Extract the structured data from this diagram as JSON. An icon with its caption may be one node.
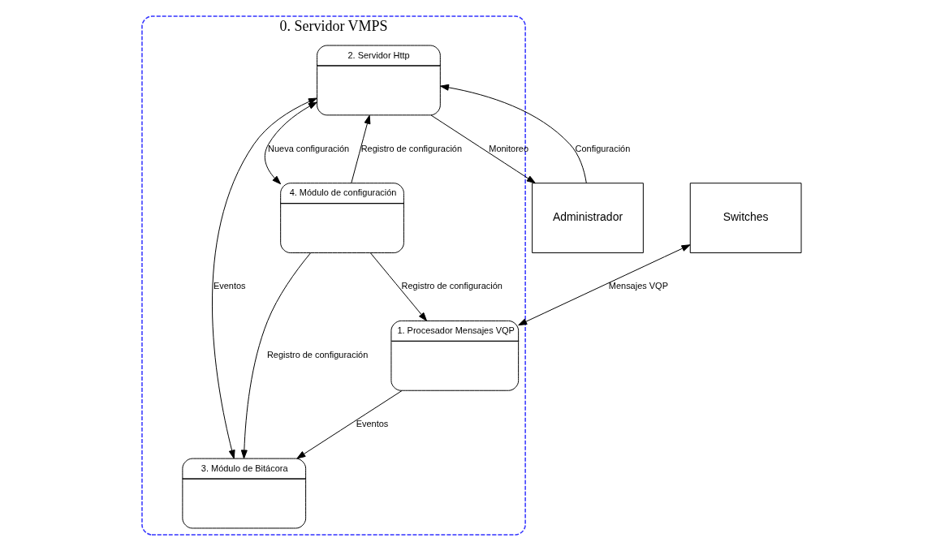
{
  "diagram": {
    "nodes": [
      {
        "text": [
          "0. Servidor VMPS"
        ]
      },
      {
        "text": [
          "1. Procesador Mensajes VQP"
        ],
        "in": 0
      },
      {
        "text": [
          "2. Servidor Http"
        ],
        "in": 0
      },
      {
        "text": [
          "3. Módulo de Bitácora"
        ],
        "in": 0
      },
      {
        "text": [
          "4. Módulo de configuración"
        ],
        "in": 0
      },
      {
        "text": [
          "Switches"
        ]
      },
      {
        "text": [
          "Administrador"
        ]
      }
    ],
    "edges": [
      {
        "from": 5,
        "to": 1,
        "arrow": "both",
        "label": "Mensajes VQP"
      },
      {
        "from": 6,
        "to": 2,
        "arrow": "to",
        "label": "Configuración"
      },
      {
        "from": 2,
        "to": 6,
        "arrow": "to",
        "label": "Monitoreo"
      },
      {
        "from": 1,
        "to": 3,
        "arrow": "to",
        "label": "Eventos"
      },
      {
        "from": 4,
        "to": 1,
        "arrow": "to",
        "label": "Registro de configuración"
      },
      {
        "from": 2,
        "to": 3,
        "arrow": "both",
        "label": "Eventos"
      },
      {
        "from": 4,
        "to": 2,
        "arrow": "to",
        "label": "Registro de configuración"
      },
      {
        "from": 2,
        "to": 4,
        "arrow": "both",
        "label": "Nueva configuración"
      },
      {
        "from": 4,
        "to": 3,
        "arrow": "to",
        "label": "Registro de configuración"
      }
    ]
  }
}
